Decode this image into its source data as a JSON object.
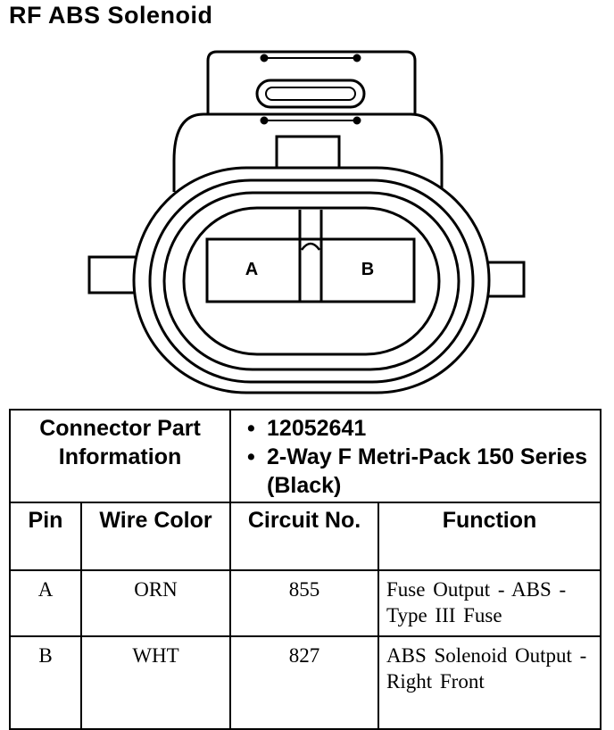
{
  "title": "RF ABS Solenoid",
  "connector": {
    "pins": [
      "A",
      "B"
    ]
  },
  "info_table": {
    "part_info_label": "Connector Part Information",
    "part_info_items": [
      "12052641",
      "2-Way F Metri-Pack 150 Series (Black)"
    ],
    "headers": {
      "pin": "Pin",
      "wire_color": "Wire Color",
      "circuit_no": "Circuit No.",
      "function": "Function"
    },
    "rows": [
      {
        "pin": "A",
        "wire_color": "ORN",
        "circuit": "855",
        "function": "Fuse Output - ABS - Type III Fuse"
      },
      {
        "pin": "B",
        "wire_color": "WHT",
        "circuit": "827",
        "function": "ABS Solenoid Output - Right Front"
      }
    ]
  }
}
